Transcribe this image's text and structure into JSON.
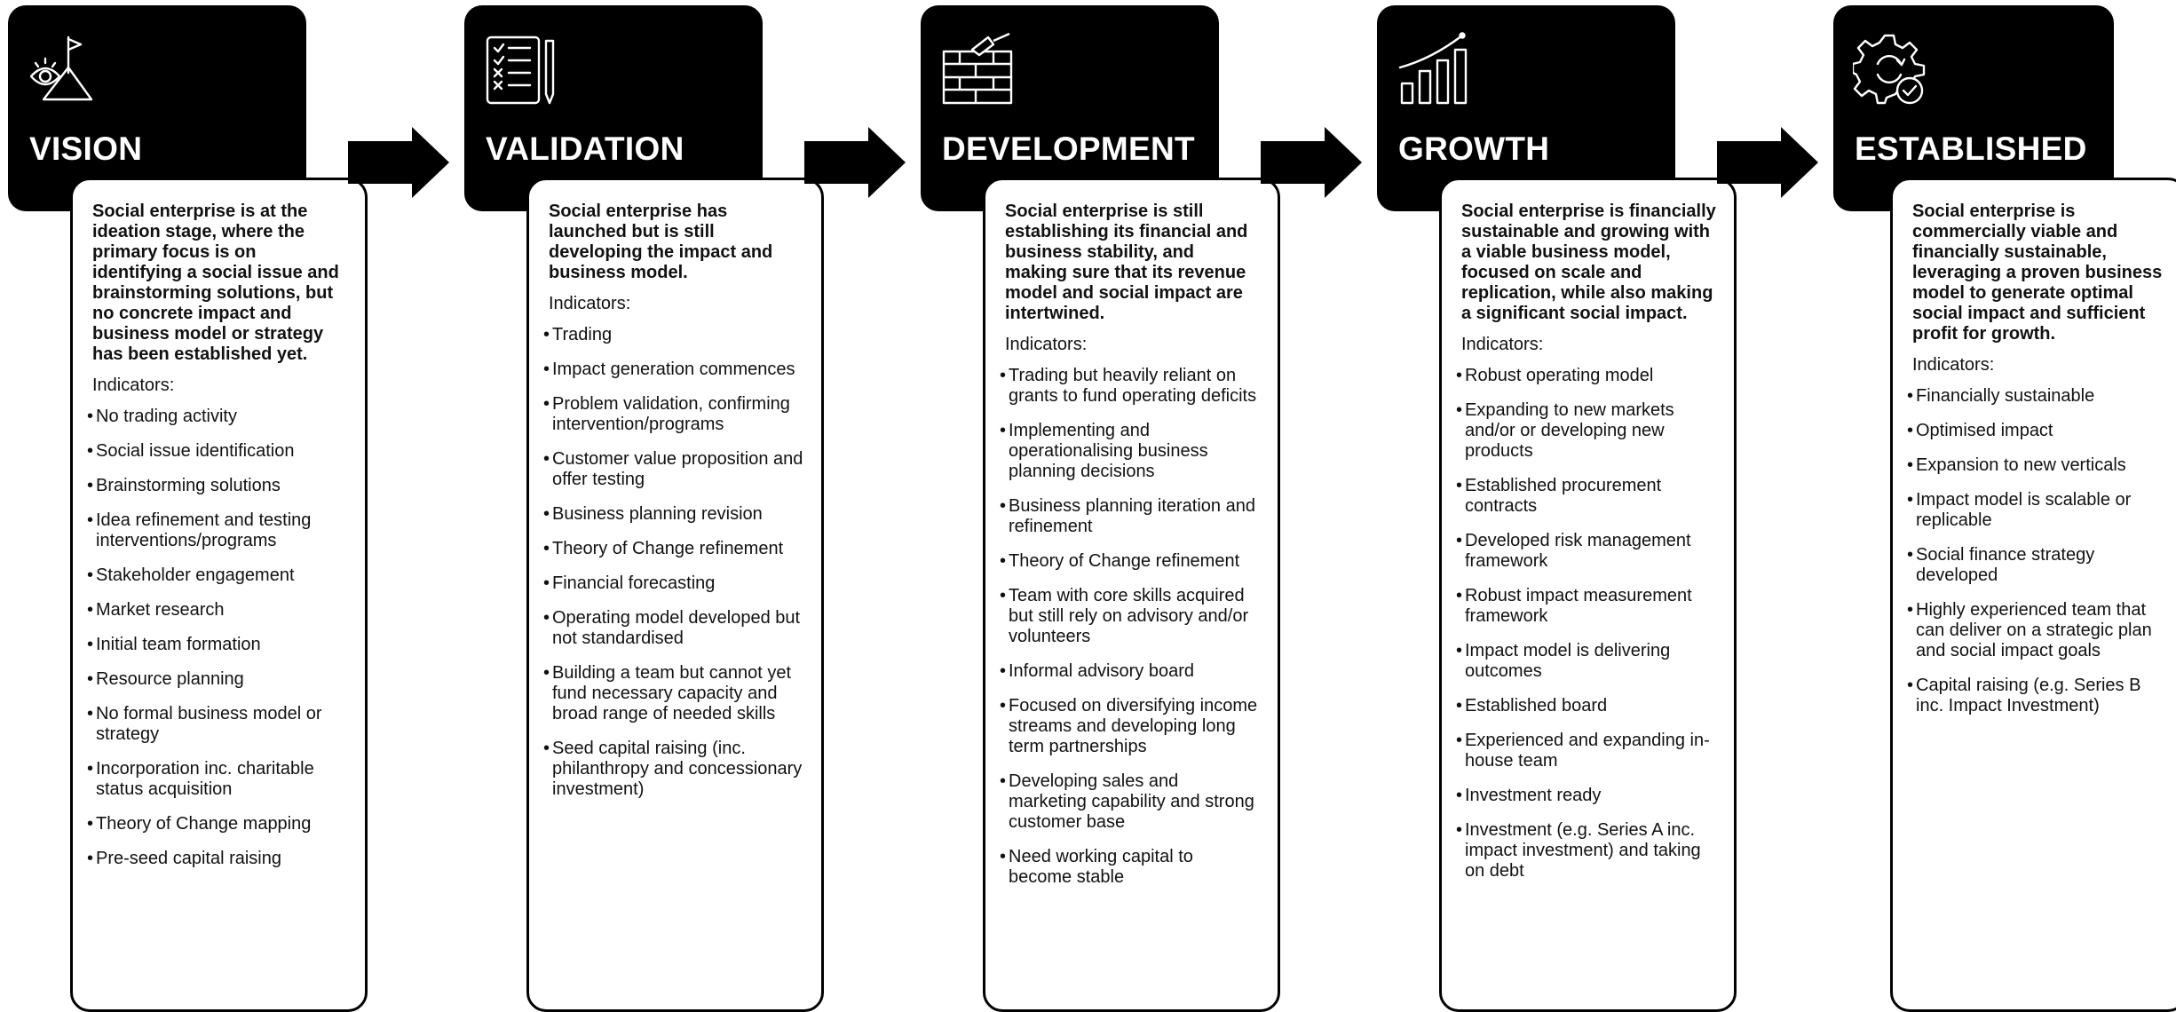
{
  "stages": [
    {
      "title": "VISION",
      "icon": "vision-icon",
      "summary": "Social enterprise is at the ideation stage, where the primary focus is on identifying a social issue and brainstorming solutions, but no concrete impact and business model or strategy has been established yet.",
      "indicators_label": "Indicators:",
      "indicators": [
        "No trading activity",
        "Social issue identification",
        "Brainstorming solutions",
        "Idea refinement and testing interventions/programs",
        "Stakeholder engagement",
        "Market research",
        "Initial team formation",
        "Resource planning",
        "No formal business model or strategy",
        "Incorporation inc. charitable status acquisition",
        "Theory of Change mapping",
        "Pre-seed capital raising"
      ]
    },
    {
      "title": "VALIDATION",
      "icon": "checklist-icon",
      "summary": "Social enterprise has launched but is still developing the impact and business model.",
      "indicators_label": "Indicators:",
      "indicators": [
        "Trading",
        "Impact generation commences",
        "Problem validation, confirming intervention/programs",
        "Customer value proposition and offer testing",
        "Business planning revision",
        "Theory of Change refinement",
        "Financial forecasting",
        "Operating model developed but not standardised",
        "Building a team but cannot yet fund necessary capacity and broad range of needed skills",
        "Seed capital raising (inc. philanthropy and concessionary investment)"
      ]
    },
    {
      "title": "DEVELOPMENT",
      "icon": "brick-wall-icon",
      "summary": "Social enterprise is still establishing its financial and business stability, and making sure that its revenue model and social impact are intertwined.",
      "indicators_label": "Indicators:",
      "indicators": [
        "Trading but heavily reliant on grants to fund operating deficits",
        "Implementing and operationalising business planning decisions",
        "Business planning iteration and refinement",
        "Theory of Change refinement",
        "Team with core skills acquired but still rely on advisory and/or volunteers",
        "Informal advisory board",
        "Focused on diversifying income streams and developing long term partnerships",
        "Developing sales and marketing capability and strong customer base",
        "Need working capital to become stable"
      ]
    },
    {
      "title": "GROWTH",
      "icon": "growth-chart-icon",
      "summary": "Social enterprise is financially sustainable and growing with a viable business model, focused on scale and replication, while also making a significant social impact.",
      "indicators_label": "Indicators:",
      "indicators": [
        "Robust operating model",
        "Expanding to new markets and/or or developing new products",
        "Established procurement contracts",
        "Developed risk management framework",
        "Robust impact measurement framework",
        "Impact model is delivering outcomes",
        "Established board",
        "Experienced and expanding in-house team",
        "Investment ready",
        "Investment (e.g. Series A inc. impact investment) and taking on debt"
      ]
    },
    {
      "title": "ESTABLISHED",
      "icon": "gear-check-icon",
      "summary": "Social enterprise is commercially viable and financially sustainable, leveraging a proven business model to generate optimal social impact and sufficient profit for growth.",
      "indicators_label": "Indicators:",
      "indicators": [
        "Financially sustainable",
        "Optimised impact",
        "Expansion to new verticals",
        "Impact model is scalable or replicable",
        "Social finance strategy developed",
        "Highly experienced team that can deliver on a strategic plan and social impact goals",
        "Capital raising (e.g. Series B inc. Impact Investment)"
      ]
    }
  ],
  "bullet": "•",
  "colors": {
    "header": "#000000",
    "header_text": "#ffffff",
    "card_border": "#000000",
    "text": "#111111"
  }
}
